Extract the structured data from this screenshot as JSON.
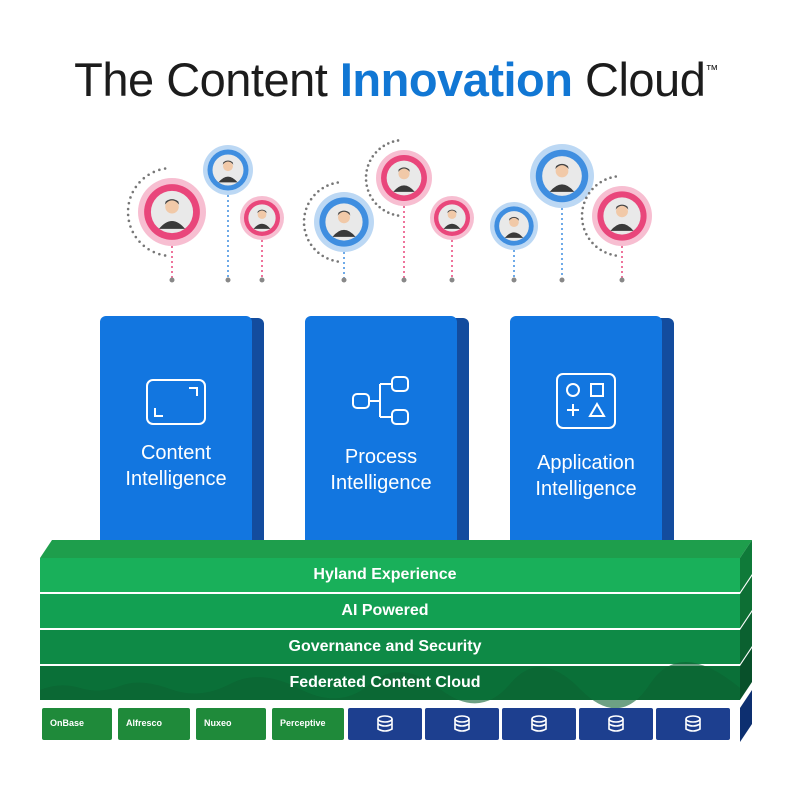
{
  "title": {
    "prefix": "The Content ",
    "highlight": "Innovation",
    "suffix": " Cloud",
    "mark": "TM"
  },
  "colors": {
    "brand_blue": "#1276e0",
    "people_pink": "#e9467b",
    "people_blue": "#3f8ee0",
    "layer_green": "#16a35a"
  },
  "cards": [
    {
      "line1": "Content",
      "line2": "Intelligence",
      "icon": "frame-icon"
    },
    {
      "line1": "Process",
      "line2": "Intelligence",
      "icon": "flow-icon"
    },
    {
      "line1": "Application",
      "line2": "Intelligence",
      "icon": "shapes-icon"
    }
  ],
  "layers": [
    "Hyland Experience",
    "AI Powered",
    "Governance and Security",
    "Federated Content Cloud"
  ],
  "repositories": [
    "OnBase",
    "Alfresco",
    "Nuxeo",
    "Perceptive"
  ],
  "database_icons": [
    "database-icon",
    "database-icon",
    "database-icon",
    "database-icon",
    "database-icon"
  ]
}
